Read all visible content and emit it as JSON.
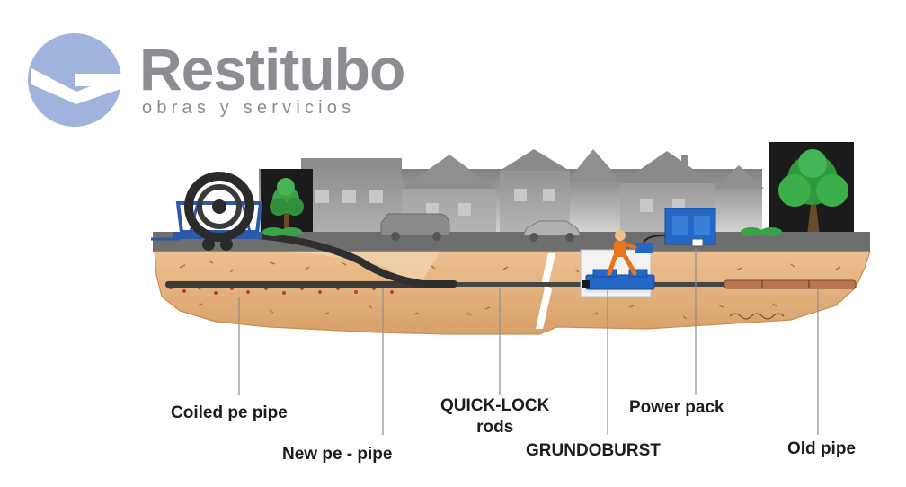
{
  "brand": {
    "name": "Restitubo",
    "tagline": "obras y servicios",
    "colors": {
      "logo_blue": "#9fb3dd",
      "text_gray": "#8a8d92"
    }
  },
  "diagram": {
    "labels": {
      "coiled_pe_pipe": "Coiled pe pipe",
      "new_pe_pipe": "New pe - pipe",
      "quick_lock_line1": "QUICK-LOCK",
      "quick_lock_line2": "rods",
      "grundoburst": "GRUNDOBURST",
      "power_pack": "Power pack",
      "old_pipe": "Old pipe"
    },
    "colors": {
      "soil": "#e3b27e",
      "soil_dark": "#cf935a",
      "sky_buildings": "#9a9a9a",
      "road": "#6e6e6e",
      "machine_blue": "#2468c7",
      "old_pipe": "#b87552",
      "new_pipe": "#3a3a3a"
    }
  }
}
